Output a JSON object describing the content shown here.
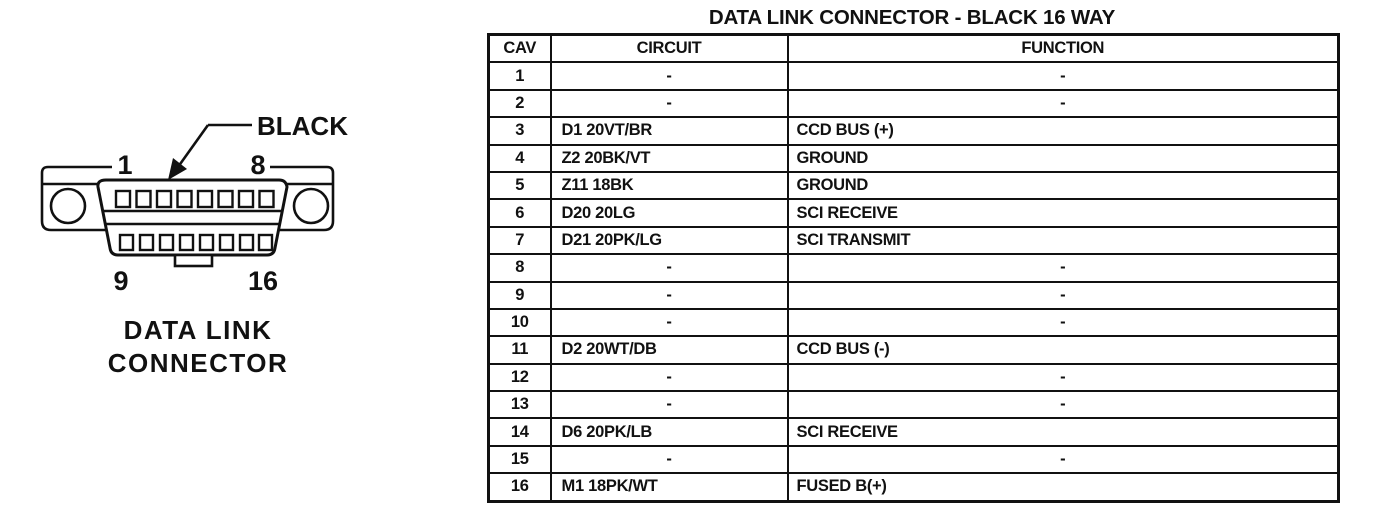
{
  "colors": {
    "ink": "#111111",
    "background": "#ffffff"
  },
  "diagram": {
    "color_label": "BLACK",
    "pin_top_left": "1",
    "pin_top_right": "8",
    "pin_bottom_left": "9",
    "pin_bottom_right": "16",
    "caption_line1": "DATA LINK",
    "caption_line2": "CONNECTOR"
  },
  "table": {
    "title": "DATA LINK CONNECTOR - BLACK 16 WAY",
    "columns": [
      "CAV",
      "CIRCUIT",
      "FUNCTION"
    ],
    "rows": [
      {
        "cav": "1",
        "circuit": "-",
        "function": "-"
      },
      {
        "cav": "2",
        "circuit": "-",
        "function": "-"
      },
      {
        "cav": "3",
        "circuit": "D1 20VT/BR",
        "function": "CCD BUS (+)"
      },
      {
        "cav": "4",
        "circuit": "Z2 20BK/VT",
        "function": "GROUND"
      },
      {
        "cav": "5",
        "circuit": "Z11 18BK",
        "function": "GROUND"
      },
      {
        "cav": "6",
        "circuit": "D20 20LG",
        "function": "SCI RECEIVE"
      },
      {
        "cav": "7",
        "circuit": "D21 20PK/LG",
        "function": "SCI TRANSMIT"
      },
      {
        "cav": "8",
        "circuit": "-",
        "function": "-"
      },
      {
        "cav": "9",
        "circuit": "-",
        "function": "-"
      },
      {
        "cav": "10",
        "circuit": "-",
        "function": "-"
      },
      {
        "cav": "11",
        "circuit": "D2 20WT/DB",
        "function": "CCD BUS (-)"
      },
      {
        "cav": "12",
        "circuit": "-",
        "function": "-"
      },
      {
        "cav": "13",
        "circuit": "-",
        "function": "-"
      },
      {
        "cav": "14",
        "circuit": "D6 20PK/LB",
        "function": "SCI RECEIVE"
      },
      {
        "cav": "15",
        "circuit": "-",
        "function": "-"
      },
      {
        "cav": "16",
        "circuit": "M1 18PK/WT",
        "function": "FUSED B(+)"
      }
    ]
  }
}
